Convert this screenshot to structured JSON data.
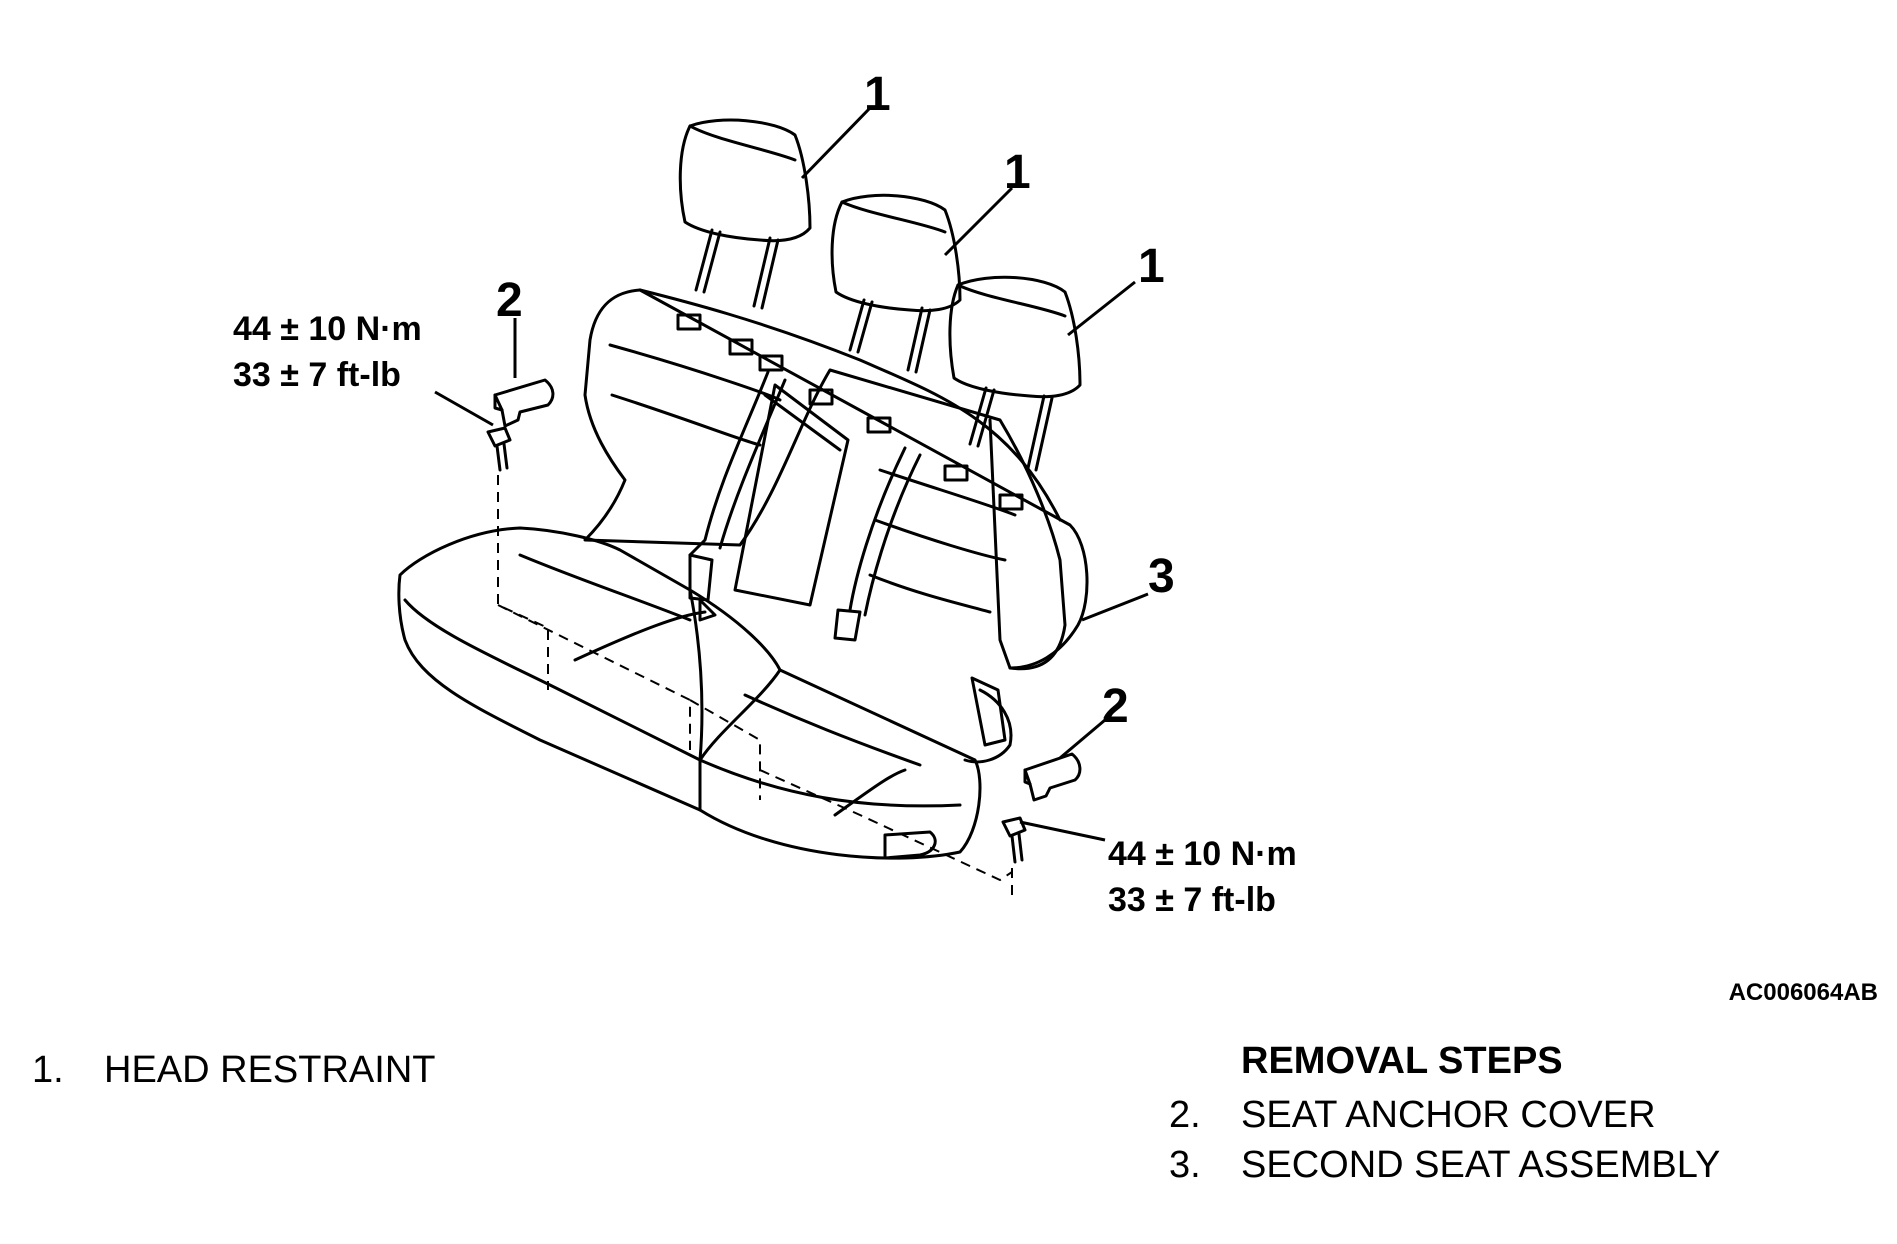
{
  "callouts": {
    "c1a": "1",
    "c1b": "1",
    "c1c": "1",
    "c2a": "2",
    "c2b": "2",
    "c3": "3"
  },
  "torque_left": {
    "line1": "44 ± 10 N·m",
    "line2": "33 ± 7 ft-lb"
  },
  "torque_right": {
    "line1": "44 ± 10 N·m",
    "line2": "33 ± 7 ft-lb"
  },
  "figure_code": "AC006064AB",
  "legend": {
    "items": [
      {
        "num": "1.",
        "label": "HEAD RESTRAINT"
      }
    ],
    "removal_heading": "REMOVAL STEPS",
    "removal_items": [
      {
        "num": "2.",
        "label": "SEAT ANCHOR COVER"
      },
      {
        "num": "3.",
        "label": "SECOND SEAT ASSEMBLY"
      }
    ]
  }
}
